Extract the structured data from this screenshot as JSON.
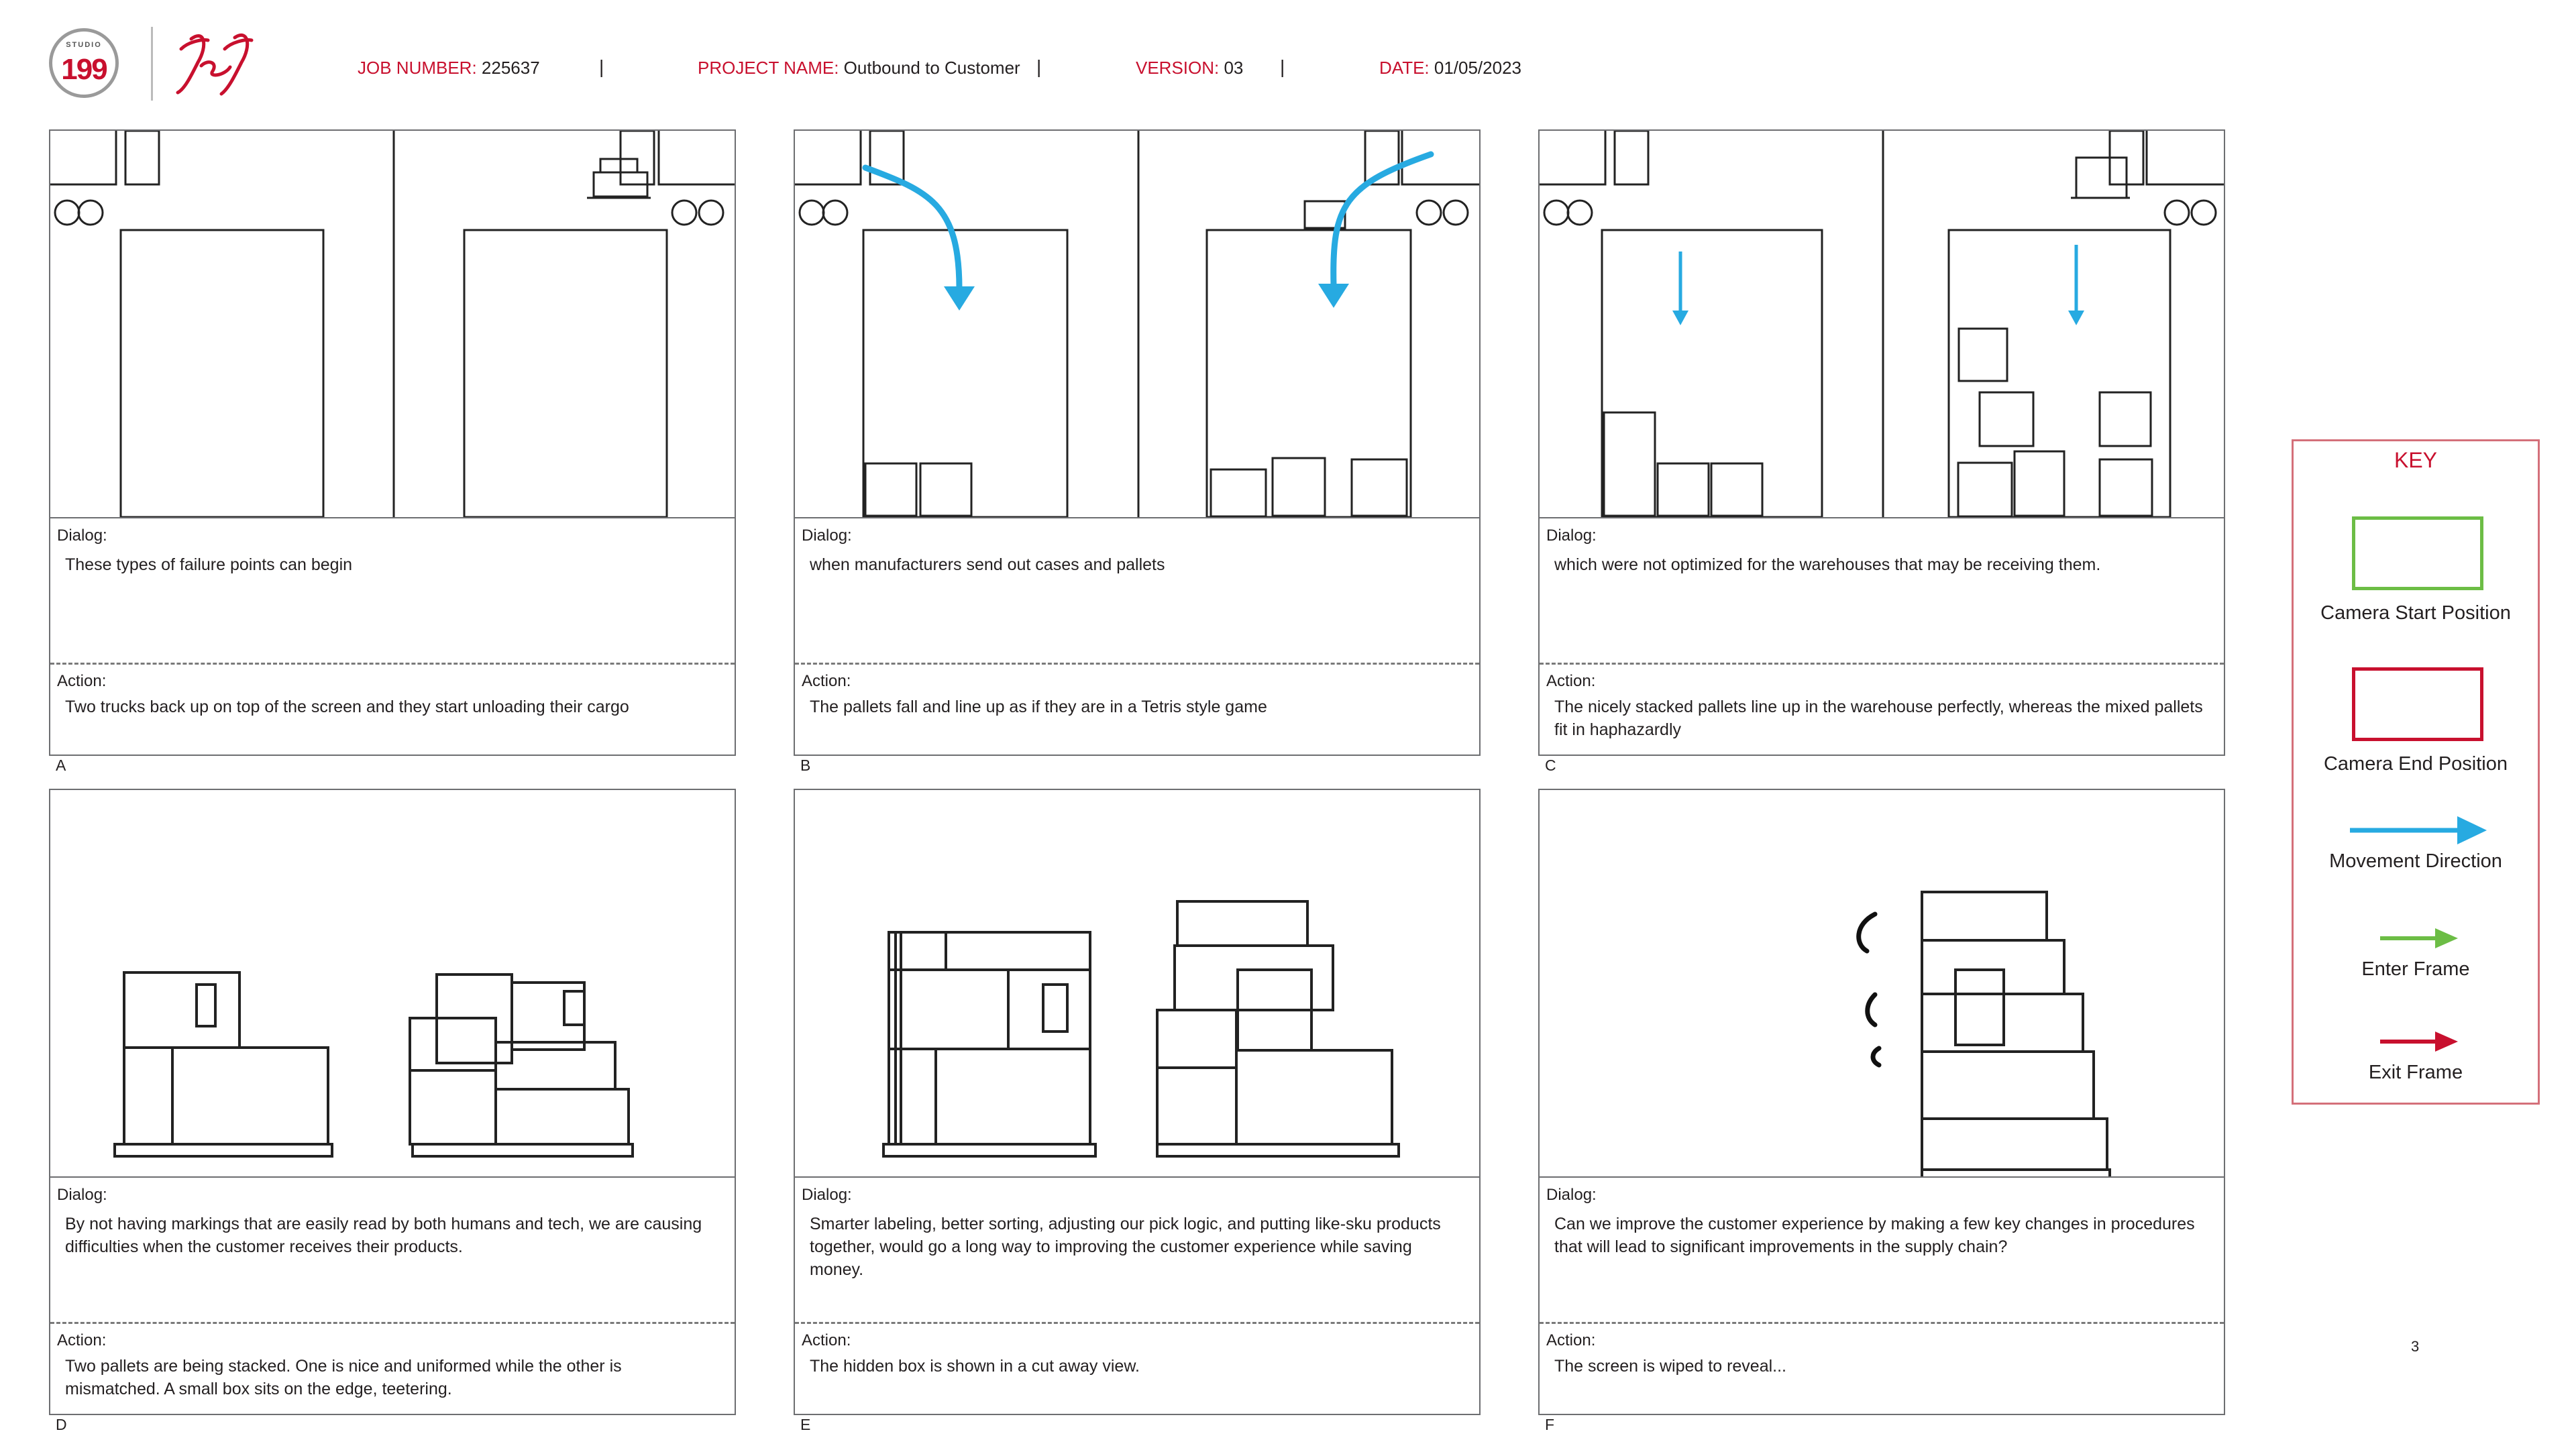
{
  "logo": {
    "studio_text": "STUDIO",
    "studio_number": "199"
  },
  "header": {
    "job_label": "JOB NUMBER:",
    "job_value": " 225637",
    "project_label": "PROJECT NAME:",
    "project_value": " Outbound to Customer",
    "version_label": "VERSION:",
    "version_value": " 03",
    "date_label": "DATE:",
    "date_value": " 01/05/2023",
    "separator": "|"
  },
  "panels": [
    {
      "letter": "A",
      "dialog_label": "Dialog:",
      "dialog": "These types of failure points can begin",
      "action_label": "Action:",
      "action": "Two trucks back up on top of the screen and they start unloading their cargo"
    },
    {
      "letter": "B",
      "dialog_label": "Dialog:",
      "dialog": "when manufacturers send out cases and pallets",
      "action_label": "Action:",
      "action": "The pallets fall and line up as if they are in a Tetris style game"
    },
    {
      "letter": "C",
      "dialog_label": "Dialog:",
      "dialog": "which were not optimized for the warehouses that  may be receiving them.",
      "action_label": "Action:",
      "action": "The nicely stacked pallets line up in the warehouse perfectly, whereas the mixed pallets fit in haphazardly"
    },
    {
      "letter": "D",
      "dialog_label": "Dialog:",
      "dialog": "By not having markings that are easily read by both humans and tech, we are causing difficulties when the customer receives their products.",
      "action_label": "Action:",
      "action": "Two pallets are being stacked.  One is nice and uniformed while the other is mismatched.  A small box sits on the edge, teetering."
    },
    {
      "letter": "E",
      "dialog_label": "Dialog:",
      "dialog": "Smarter labeling, better sorting, adjusting our pick logic, and putting like-sku products together,  would go a long way to improving the customer experience while saving money.",
      "action_label": "Action:",
      "action": "The hidden box is shown in a cut away view."
    },
    {
      "letter": "F",
      "dialog_label": "Dialog:",
      "dialog": "Can we improve the customer experience by making a few key changes in procedures that will lead to significant improvements in the supply chain?",
      "action_label": "Action:",
      "action": "The screen is wiped to reveal..."
    }
  ],
  "key": {
    "title": "KEY",
    "items": [
      {
        "label": "Camera Start Position",
        "color": "#6cbd45"
      },
      {
        "label": "Camera End Position",
        "color": "#c8102e"
      },
      {
        "label": "Movement Direction",
        "color": "#27aae1"
      },
      {
        "label": "Enter Frame",
        "color": "#6cbd45"
      },
      {
        "label": "Exit Frame",
        "color": "#c8102e"
      }
    ]
  },
  "page_number": "3"
}
